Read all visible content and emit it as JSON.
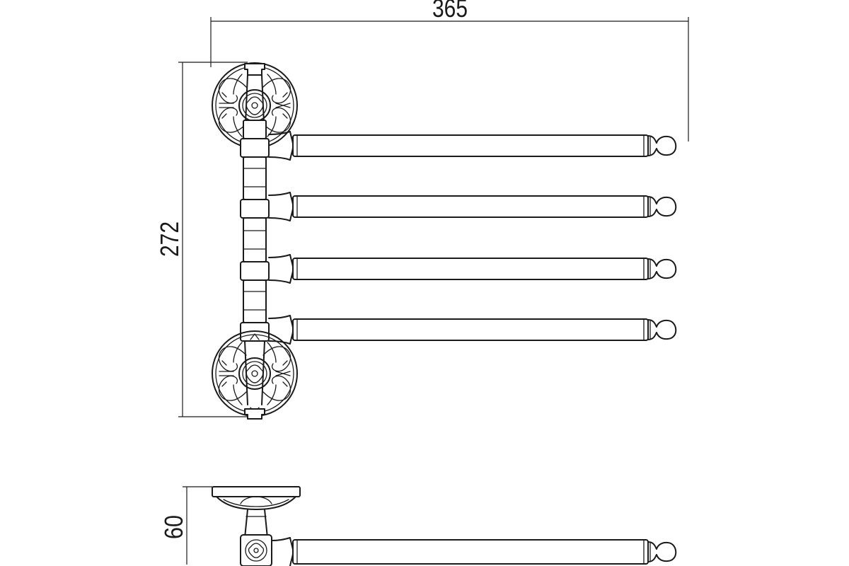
{
  "dimensions": {
    "width": "365",
    "height": "272",
    "depth": "60"
  },
  "colors": {
    "stroke": "#1a1a1a",
    "background": "#ffffff"
  }
}
